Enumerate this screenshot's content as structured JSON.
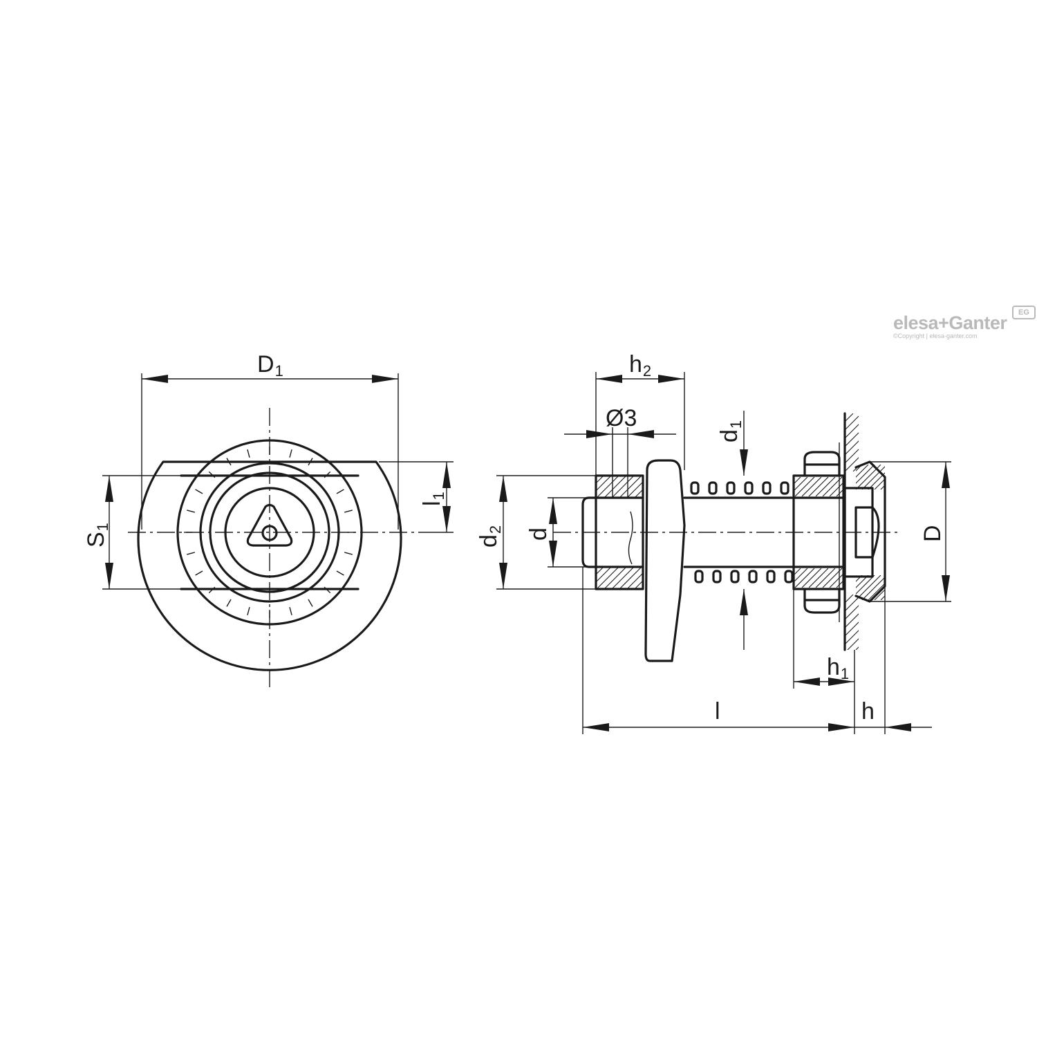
{
  "brand": {
    "name": "elesa+Ganter",
    "copyright": "©Copyright | elesa-ganter.com",
    "badge": "EG"
  },
  "dimensions": {
    "D1": {
      "main": "D",
      "sub": "1"
    },
    "S1": {
      "main": "S",
      "sub": "1"
    },
    "l1": {
      "main": "l",
      "sub": "1"
    },
    "h2": {
      "main": "h",
      "sub": "2"
    },
    "phi3": {
      "main": "Ø3",
      "sub": ""
    },
    "d1": {
      "main": "d",
      "sub": "1"
    },
    "d2": {
      "main": "d",
      "sub": "2"
    },
    "d": {
      "main": "d",
      "sub": ""
    },
    "D": {
      "main": "D",
      "sub": ""
    },
    "h1": {
      "main": "h",
      "sub": "1"
    },
    "l": {
      "main": "l",
      "sub": ""
    },
    "h": {
      "main": "h",
      "sub": ""
    }
  }
}
